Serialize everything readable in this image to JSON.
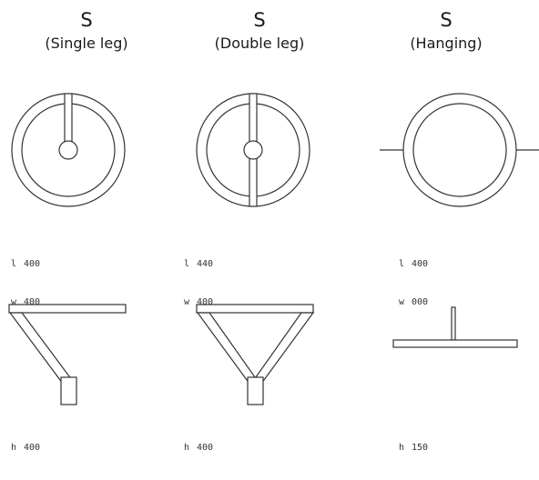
{
  "colors": {
    "line": "#333333",
    "text": "#1a1a1a"
  },
  "lamps": [
    {
      "series": "S",
      "variant": "(Single leg)",
      "plan": {
        "l_label": "l",
        "l_value": "400",
        "w_label": "w",
        "w_value": "400"
      },
      "elevation": {
        "h_label": "h",
        "h_value": "400"
      }
    },
    {
      "series": "S",
      "variant": "(Double leg)",
      "plan": {
        "l_label": "l",
        "l_value": "440",
        "w_label": "w",
        "w_value": "400"
      },
      "elevation": {
        "h_label": "h",
        "h_value": "400"
      }
    },
    {
      "series": "S",
      "variant": "(Hanging)",
      "plan": {
        "l_label": "l",
        "l_value": "400",
        "w_label": "w",
        "w_value": "000"
      },
      "elevation": {
        "h_label": "h",
        "h_value": "150"
      }
    }
  ]
}
